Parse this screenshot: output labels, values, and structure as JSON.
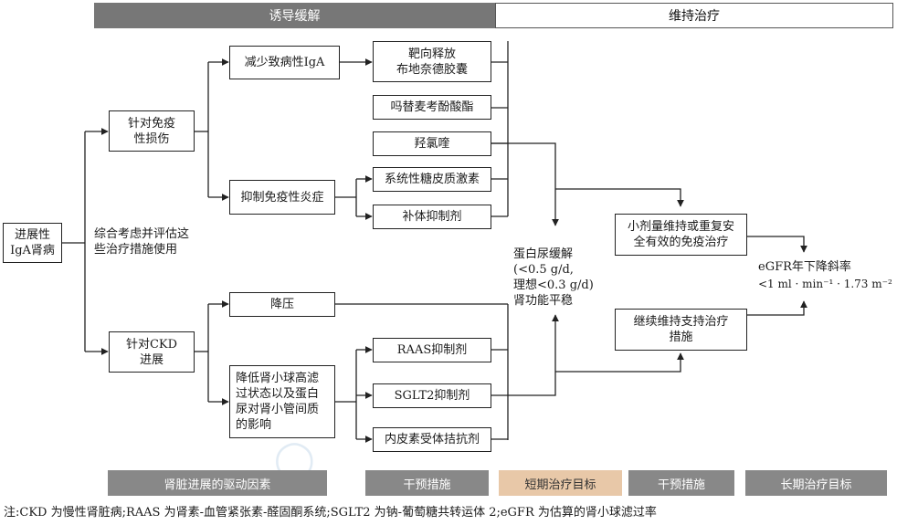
{
  "header": {
    "induction": "诱导缓解",
    "maintenance": "维持治疗"
  },
  "boxes": {
    "progressive_iga": "进展性\nIgA肾病",
    "target_immune": "针对免疫\n性损伤",
    "target_ckd": "针对CKD\n进展",
    "reduce_iga": "减少致病性IgA",
    "suppress_inflammation": "抑制免疫性炎症",
    "budesonide": "靶向释放\n布地奈德胶囊",
    "mmf": "吗替麦考酚酸酯",
    "hcq": "羟氯喹",
    "glucocorticoid": "系统性糖皮质激素",
    "complement": "补体抑制剂",
    "bp": "降压",
    "reduce_hyperfiltration": "降低肾小球高滤\n过状态以及蛋白\n尿对肾小管间质\n的影响",
    "raas": "RAAS抑制剂",
    "sglt2": "SGLT2抑制剂",
    "endothelin": "内皮素受体拮抗剂",
    "low_dose": "小剂量维持或重复安\n全有效的免疫治疗",
    "supportive": "继续维持支持治疗\n措施"
  },
  "texts": {
    "consider": "综合考虑并评估这\n些治疗措施使用",
    "remission": "蛋白尿缓解\n(<0.5 g/d,\n理想<0.3 g/d)\n肾功能平稳",
    "egfr_title": "eGFR年下降斜率",
    "egfr_value": "<1 ml · min⁻¹ · 1.73 m⁻²"
  },
  "footer": {
    "drivers": "肾脏进展的驱动因素",
    "intervention1": "干预措施",
    "short_term": "短期治疗目标",
    "intervention2": "干预措施",
    "long_term": "长期治疗目标"
  },
  "note": "注:CKD 为慢性肾脏病;RAAS 为肾素-血管紧张素-醛固酮系统;SGLT2 为钠-葡萄糖共转运体 2;eGFR 为估算的肾小球滤过率"
}
